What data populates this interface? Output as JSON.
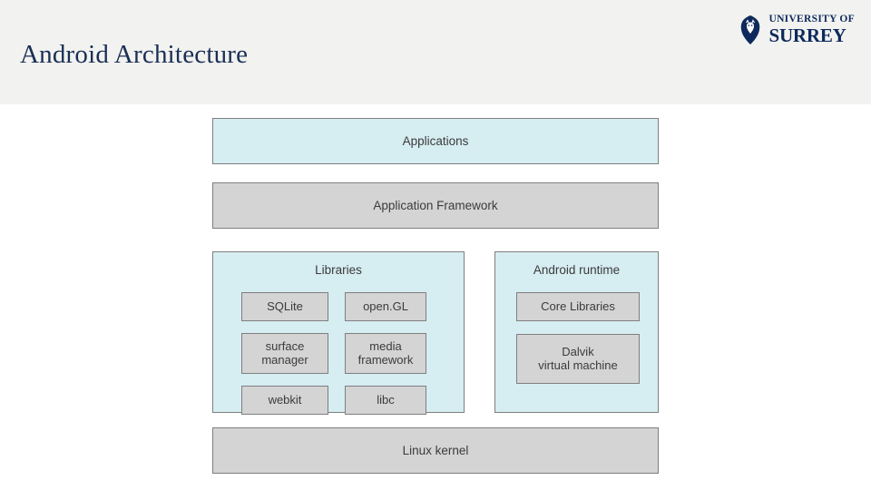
{
  "header": {
    "title": "Android Architecture",
    "logo": {
      "line1": "UNIVERSITY OF",
      "line2": "SURREY",
      "mark": "stag-crest-icon"
    }
  },
  "diagram": {
    "type": "layered-stack",
    "layers": [
      {
        "id": "applications",
        "label": "Applications",
        "color": "#d6edf2"
      },
      {
        "id": "application-framework",
        "label": "Application Framework",
        "color": "#d4d4d4"
      }
    ],
    "groups": [
      {
        "id": "libraries",
        "title": "Libraries",
        "color": "#d6edf2",
        "items": [
          {
            "id": "sqlite",
            "label": "SQLite"
          },
          {
            "id": "opengl",
            "label": "open.GL"
          },
          {
            "id": "surface-manager",
            "label": "surface\nmanager"
          },
          {
            "id": "media-framework",
            "label": "media\nframework"
          },
          {
            "id": "webkit",
            "label": "webkit"
          },
          {
            "id": "libc",
            "label": "libc"
          }
        ]
      },
      {
        "id": "android-runtime",
        "title": "Android runtime",
        "color": "#d6edf2",
        "items": [
          {
            "id": "core-libraries",
            "label": "Core Libraries"
          },
          {
            "id": "dalvik-vm",
            "label": "Dalvik\nvirtual machine"
          }
        ]
      }
    ],
    "bottom_layer": {
      "id": "linux-kernel",
      "label": "Linux kernel",
      "color": "#d4d4d4"
    }
  }
}
